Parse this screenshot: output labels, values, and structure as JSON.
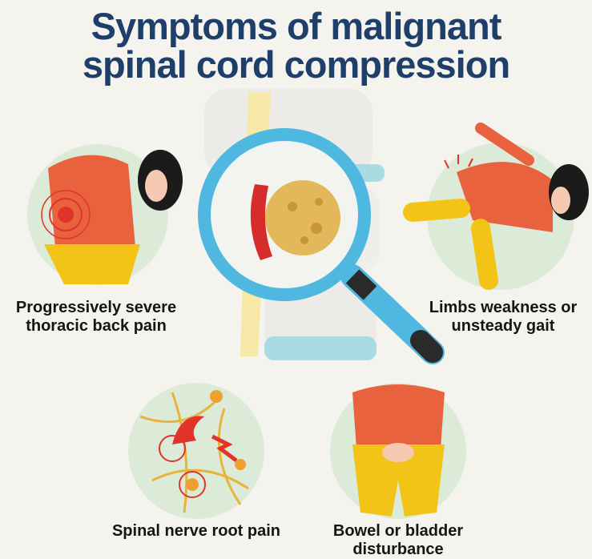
{
  "title": {
    "line1": "Symptoms of malignant",
    "line2": "spinal cord compression"
  },
  "symptoms": [
    {
      "line1": "Progressively severe",
      "line2": "thoracic back pain",
      "icon": "back-pain-illustration"
    },
    {
      "line1": "Limbs weakness or",
      "line2": "unsteady gait",
      "icon": "falling-person-illustration"
    },
    {
      "line1": "Spinal nerve root pain",
      "icon": "nerve-pain-illustration"
    },
    {
      "line1": "Bowel or bladder",
      "line2": "disturbance",
      "icon": "bladder-illustration"
    }
  ],
  "colors": {
    "title": "#1f3f6b",
    "circle": "#dcebd8",
    "shirt": "#e8623d",
    "pants": "#f2c417",
    "lens": "#4fb8e0",
    "background": "#f5f3ee"
  }
}
